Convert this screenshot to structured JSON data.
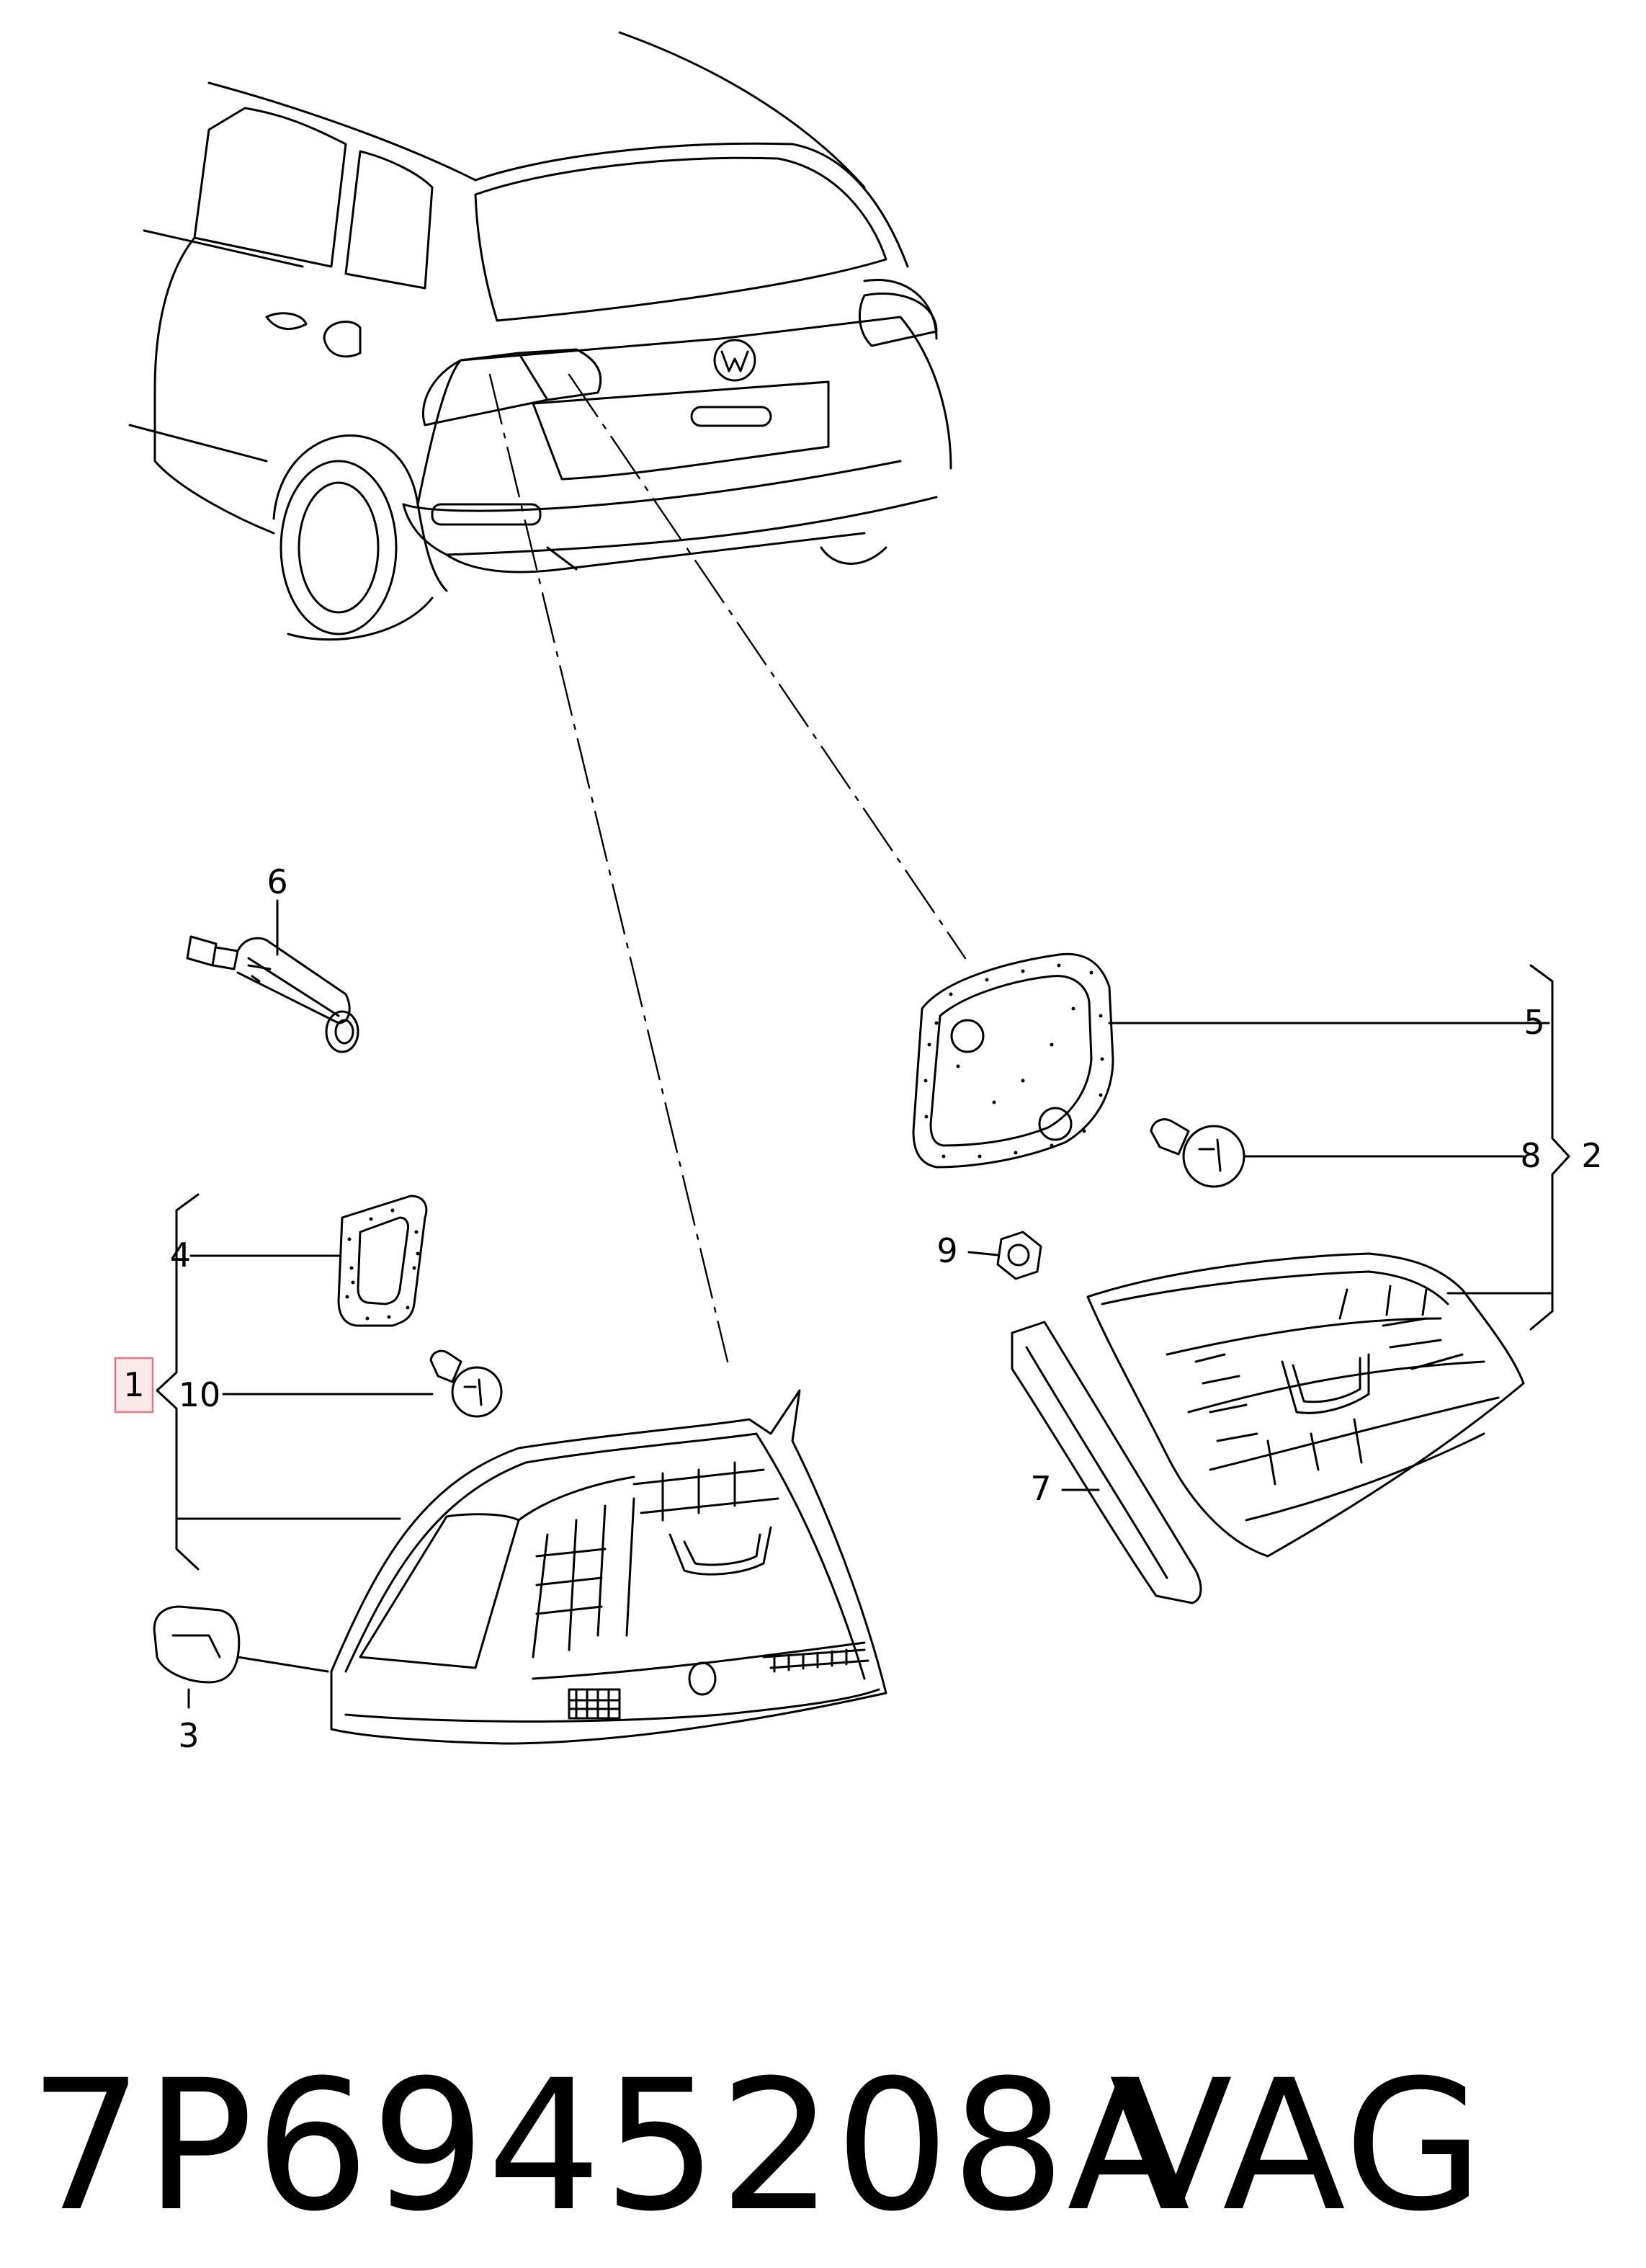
{
  "callouts": {
    "c1": "1",
    "c2": "2",
    "c3": "3",
    "c4": "4",
    "c5": "5",
    "c6": "6",
    "c7": "7",
    "c8": "8",
    "c9": "9",
    "c10": "10"
  },
  "footer": {
    "part_number": "7P6945208A",
    "brand": "VAG"
  },
  "colors": {
    "line": "#000000",
    "highlight_box": "#e07a80",
    "highlight_fill": "#fde8ea",
    "background": "#ffffff"
  }
}
